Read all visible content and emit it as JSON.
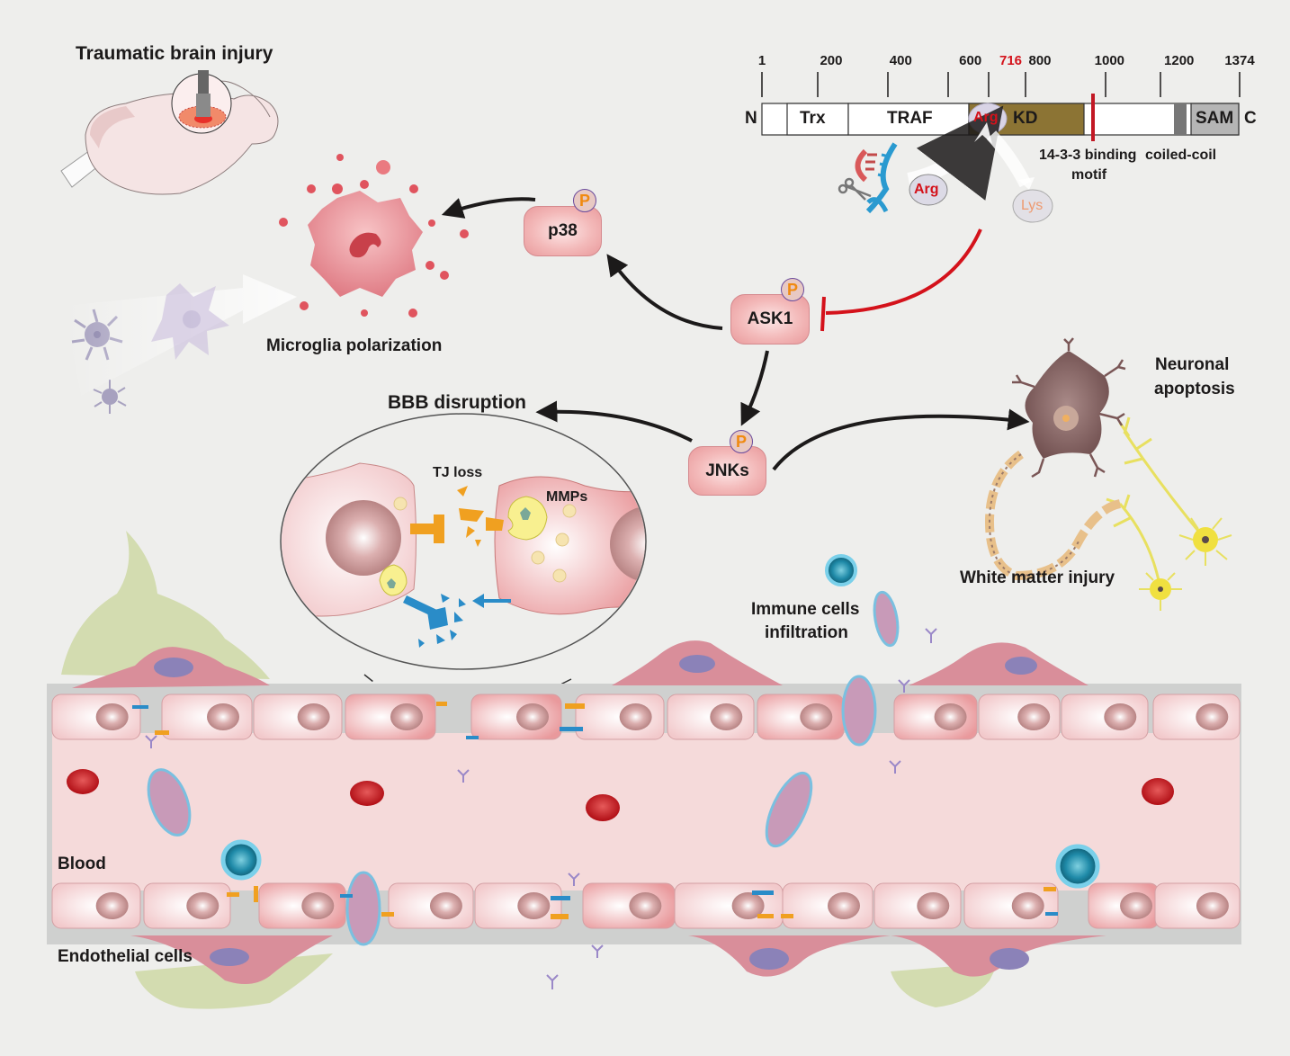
{
  "title": "ASK1 signaling in traumatic brain injury",
  "labels": {
    "tbi": "Traumatic brain injury",
    "microglia": "Microglia polarization",
    "bbb": "BBB disruption",
    "tj_loss": "TJ loss",
    "mmps": "MMPs",
    "immune_line1": "Immune cells",
    "immune_line2": "infiltration",
    "neuronal_line1": "Neuronal",
    "neuronal_line2": "apoptosis",
    "white_matter": "White matter injury",
    "blood": "Blood",
    "endothelial": "Endothelial cells"
  },
  "nodes": {
    "p38": "p38",
    "ask1": "ASK1",
    "jnks": "JNKs",
    "phospho": "P"
  },
  "protein_map": {
    "n_term": "N",
    "c_term": "C",
    "ticks": [
      {
        "pos": 1,
        "label": "1",
        "highlight": false
      },
      {
        "pos": 200,
        "label": "200",
        "highlight": false
      },
      {
        "pos": 400,
        "label": "400",
        "highlight": false
      },
      {
        "pos": 600,
        "label": "600",
        "highlight": false
      },
      {
        "pos": 716,
        "label": "716",
        "highlight": true
      },
      {
        "pos": 800,
        "label": "800",
        "highlight": false
      },
      {
        "pos": 1000,
        "label": "1000",
        "highlight": false
      },
      {
        "pos": 1200,
        "label": "1200",
        "highlight": false
      },
      {
        "pos": 1374,
        "label": "1374",
        "highlight": false
      }
    ],
    "domains": [
      {
        "name": "Trx",
        "label": "Trx"
      },
      {
        "name": "TRAF",
        "label": "TRAF"
      },
      {
        "name": "KD",
        "label": "KD"
      },
      {
        "name": "SAM",
        "label": "SAM"
      }
    ],
    "site_residue": "Arg",
    "mutation_from": "Arg",
    "mutation_to": "Lys",
    "binding_label": "14-3-3 binding",
    "motif_label": "motif",
    "coiled_coil_label": "coiled-coil"
  },
  "colors": {
    "background": "#eeeeec",
    "node_fill": "#f3b9b9",
    "inhibit_red": "#d4121b",
    "kinase_domain": "#8c7434",
    "sam_domain": "#b5b5b5",
    "blood": "#f5dada",
    "pericyte": "#d98e9a",
    "astrocyte": "#d3dcb0",
    "tj_orange": "#f0a020",
    "junction_blue": "#2a8cc8"
  }
}
